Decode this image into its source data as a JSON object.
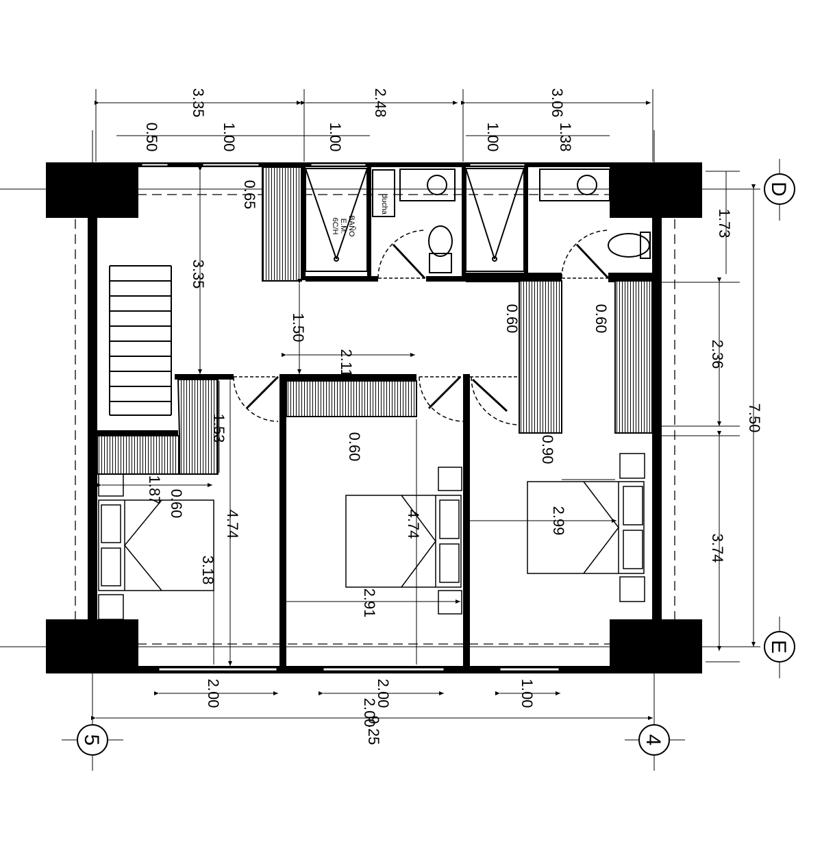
{
  "colors": {
    "ink": "#000000",
    "paper": "#ffffff"
  },
  "dimensions": {
    "top_total_1": "3.35",
    "top_total_2": "2.48",
    "top_total_3": "3.06",
    "top_sub_050": "0.50",
    "top_sub_100_a": "1.00",
    "top_sub_100_b": "1.00",
    "top_sub_100_c": "1.00",
    "top_sub_138": "1.38",
    "left_065": "0.65",
    "left_335": "3.35",
    "left_150": "1.50",
    "mid_211": "2.11",
    "mid_060_a": "0.60",
    "mid_060_b": "0.60",
    "mid_060_c": "0.60",
    "mid_060_d": "0.60",
    "stair_153": "1.53",
    "bed1_187": "1.87",
    "bed1_474": "4.74",
    "bed1_318": "3.18",
    "bed2_474": "4.74",
    "bed2_291": "2.91",
    "bed3_090": "0.90",
    "bed3_299": "2.99",
    "right_173": "1.73",
    "right_236": "2.36",
    "right_374": "3.74",
    "right_750": "7.50",
    "bottom_200_a": "2.00",
    "bottom_200_b": "2.00",
    "bottom_200_c": "2.00",
    "bottom_100": "1.00",
    "bottom_925": "9.25"
  },
  "labels": {
    "bath_line1": "BAÑO",
    "bath_line2": "E.M.",
    "bath_line3": "6C/H",
    "shower": "ducha"
  },
  "axes": {
    "d": "D",
    "e": "E",
    "five": "5",
    "four": "4"
  }
}
